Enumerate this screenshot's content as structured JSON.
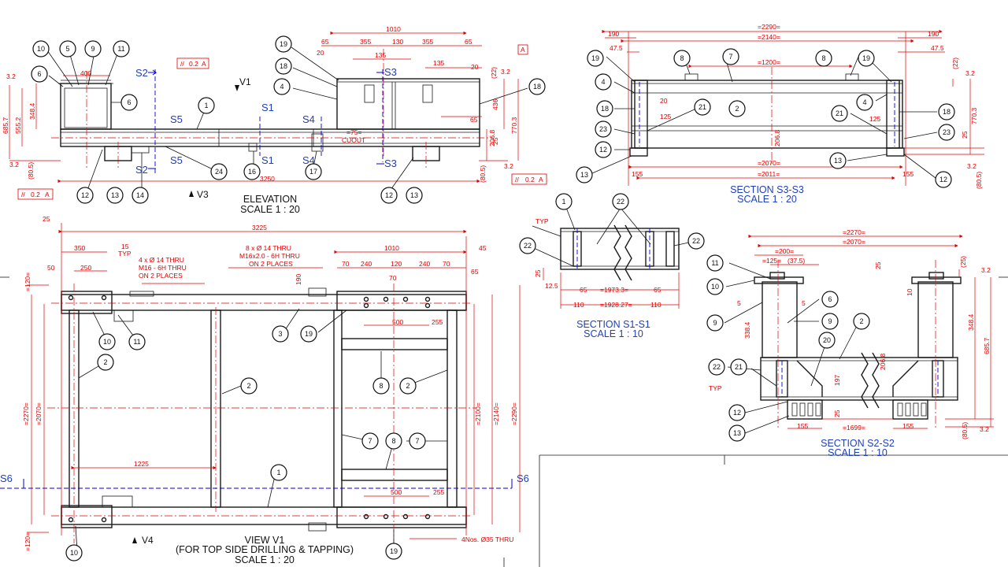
{
  "views": {
    "elevation": {
      "title": "ELEVATION",
      "scale": "SCALE 1 : 20"
    },
    "section_s3": {
      "title": "SECTION S3-S3",
      "scale": "SCALE 1 : 20"
    },
    "view_v1": {
      "title": "VIEW V1",
      "subtitle": "(FOR TOP SIDE DRILLING & TAPPING)",
      "scale": "SCALE 1 : 20"
    },
    "section_s1": {
      "title": "SECTION S1-S1",
      "scale": "SCALE 1 : 10"
    },
    "section_s2": {
      "title": "SECTION S2-S2",
      "scale": "SCALE 1 : 10"
    }
  },
  "view_markers": {
    "v1": "V1",
    "v3": "V3",
    "v4": "V4",
    "s1": "S1",
    "s2": "S2",
    "s3": "S3",
    "s4": "S4",
    "s5": "S5",
    "s6": "S6"
  },
  "notes": {
    "holes_left_1": "4 x Ø 14 THRU",
    "holes_left_2": "M16 - 6H THRU",
    "holes_left_3": "ON 2 PLACES",
    "holes_right_1": "8 x Ø 14 THRU",
    "holes_right_2": "M16x2.0 - 6H THRU",
    "holes_right_3": "ON 2 PLACES",
    "holes_bottom": "4Nos. Ø35 THRU",
    "cutout_1": "=75=",
    "cutout_2": "CUOUT",
    "typ": "TYP",
    "datum": "A",
    "tol_value": "0.2",
    "roughness": "3.2"
  },
  "dimensions": {
    "elev": {
      "d1010": "1010",
      "d65a": "65",
      "d355a": "355",
      "d130": "130",
      "d355b": "355",
      "d65b": "65",
      "d20a": "20",
      "d135a": "135",
      "d135b": "135",
      "d20b": "20",
      "d400": "400",
      "d3250": "3250",
      "d22": "(22)",
      "d436": "436",
      "d7703": "770.3",
      "d65c": "65",
      "d2068": "206.8",
      "d25": "25",
      "d805a": "(80.5)",
      "d805b": "(80.5)",
      "d3484": "348.4",
      "d5552": "555.2",
      "d6857": "685.7"
    },
    "s3": {
      "d2290": "=2290=",
      "d2140": "=2140=",
      "d190a": "190",
      "d190b": "190",
      "d475a": "47.5",
      "d475b": "47.5",
      "d1200": "=1200=",
      "d20": "20",
      "d125a": "125",
      "d125b": "125",
      "d2068": "206.8",
      "d2070": "=2070=",
      "d2011": "=2011=",
      "d155a": "155",
      "d155b": "155",
      "d22": "(22)",
      "d7703": "770.3",
      "d25": "25",
      "d805": "(80.5)"
    },
    "v1": {
      "d3225": "3225",
      "d25": "25",
      "d350": "350",
      "d15": "15",
      "d50": "50",
      "d250": "250",
      "d1010": "1010",
      "d45": "45",
      "d70a": "70",
      "d240a": "240",
      "d120": "120",
      "d240b": "240",
      "d70b": "70",
      "d70c": "70",
      "d65": "65",
      "d190": "190",
      "d500a": "500",
      "d255a": "255",
      "d500b": "500",
      "d255b": "255",
      "d1225": "1225",
      "d120a": "=120=",
      "d120b": "=120=",
      "d2270": "=2270=",
      "d2070": "=2070=",
      "d2100": "=2100=",
      "d2140": "=2140=",
      "d2290": "=2290="
    },
    "s1": {
      "d65a": "65",
      "d1973": "=1973.3=",
      "d65b": "65",
      "d110a": "110",
      "d1928": "=1928.27=",
      "d110b": "110",
      "d25": "25",
      "d125": "12.5"
    },
    "s2": {
      "d2270": "=2270=",
      "d2070": "=2070=",
      "d200": "=200=",
      "d125": "=125=",
      "d375": "(37.5)",
      "d25a": "(25)",
      "d25b": "25",
      "d10": "10",
      "d5a": "5",
      "d5b": "5",
      "d3384": "338.4",
      "d3484": "348.4",
      "d6857": "685.7",
      "d2068": "206.8",
      "d197": "197",
      "d25c": "25",
      "d1699": "=1699=",
      "d155a": "155",
      "d155b": "155",
      "d805": "(80.5)"
    }
  },
  "balloons": {
    "elev_10": "10",
    "elev_5": "5",
    "elev_9": "9",
    "elev_11": "11",
    "elev_6a": "6",
    "elev_6b": "6",
    "elev_1": "1",
    "elev_19": "19",
    "elev_18a": "18",
    "elev_4": "4",
    "elev_18b": "18",
    "elev_12a": "12",
    "elev_13a": "13",
    "elev_14": "14",
    "elev_24": "24",
    "elev_16": "16",
    "elev_17": "17",
    "elev_12b": "12",
    "elev_13b": "13",
    "s3_19a": "19",
    "s3_8a": "8",
    "s3_7": "7",
    "s3_8b": "8",
    "s3_19b": "19",
    "s3_4a": "4",
    "s3_18a": "18",
    "s3_21a": "21",
    "s3_2": "2",
    "s3_4b": "4",
    "s3_18b": "18",
    "s3_23a": "23",
    "s3_21b": "21",
    "s3_23b": "23",
    "s3_12a": "12",
    "s3_13a": "13",
    "s3_13b": "13",
    "s3_12b": "12",
    "v1_10a": "10",
    "v1_11": "11",
    "v1_2a": "2",
    "v1_3": "3",
    "v1_19a": "19",
    "v1_2b": "2",
    "v1_8a": "8",
    "v1_2c": "2",
    "v1_7a": "7",
    "v1_8b": "8",
    "v1_7b": "7",
    "v1_1": "1",
    "v1_10b": "10",
    "v1_19b": "19",
    "s1_1": "1",
    "s1_22a": "22",
    "s1_22b": "22",
    "s1_22c": "22",
    "s2_11": "11",
    "s2_10": "10",
    "s2_6": "6",
    "s2_9a": "9",
    "s2_9b": "9",
    "s2_2": "2",
    "s2_20": "20",
    "s2_22": "22",
    "s2_21": "21",
    "s2_12": "12",
    "s2_13": "13"
  },
  "colors": {
    "dimension": "#e00000",
    "object": "#1a1a1a",
    "section": "#0000d0",
    "title_blue": "#1f3fbf"
  }
}
